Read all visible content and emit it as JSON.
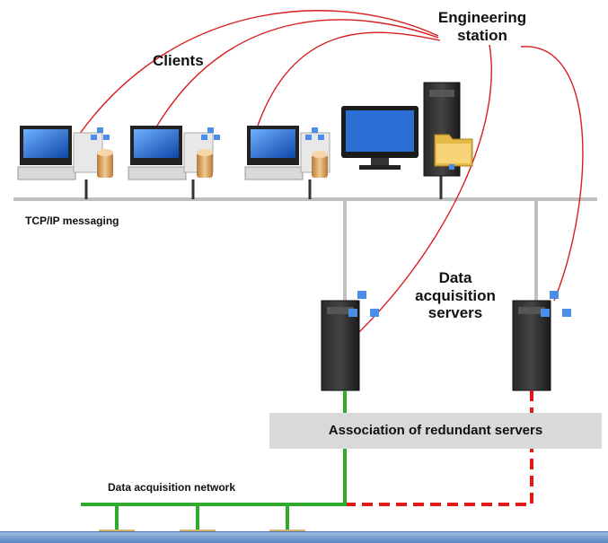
{
  "labels": {
    "engineering_station": "Engineering station",
    "clients": "Clients",
    "tcpip_messaging": "TCP/IP messaging",
    "data_acquisition_servers": "Data acquisition servers",
    "association": "Association of redundant servers",
    "data_acquisition_network": "Data acquisition network"
  },
  "nodes": {
    "clients": [
      {
        "id": "client-1",
        "icon": "desktop-computer-icon"
      },
      {
        "id": "client-2",
        "icon": "desktop-computer-icon"
      },
      {
        "id": "client-3",
        "icon": "desktop-computer-icon"
      }
    ],
    "engineering_station": {
      "icons": [
        "monitor-icon",
        "tower-server-icon",
        "folder-icon"
      ]
    },
    "servers": [
      {
        "id": "server-primary",
        "icon": "tower-server-icon",
        "link_style": "solid"
      },
      {
        "id": "server-redundant",
        "icon": "tower-server-icon",
        "link_style": "dashed"
      }
    ],
    "devices_on_network": 3
  },
  "colors": {
    "tcp_network": "#c0c0c0",
    "data_network": "#2eaa2e",
    "redundant_link": "#e01818",
    "config_links": "#d81e1e",
    "association_box": "#d9d9d9",
    "screen": "#1f63c8"
  }
}
